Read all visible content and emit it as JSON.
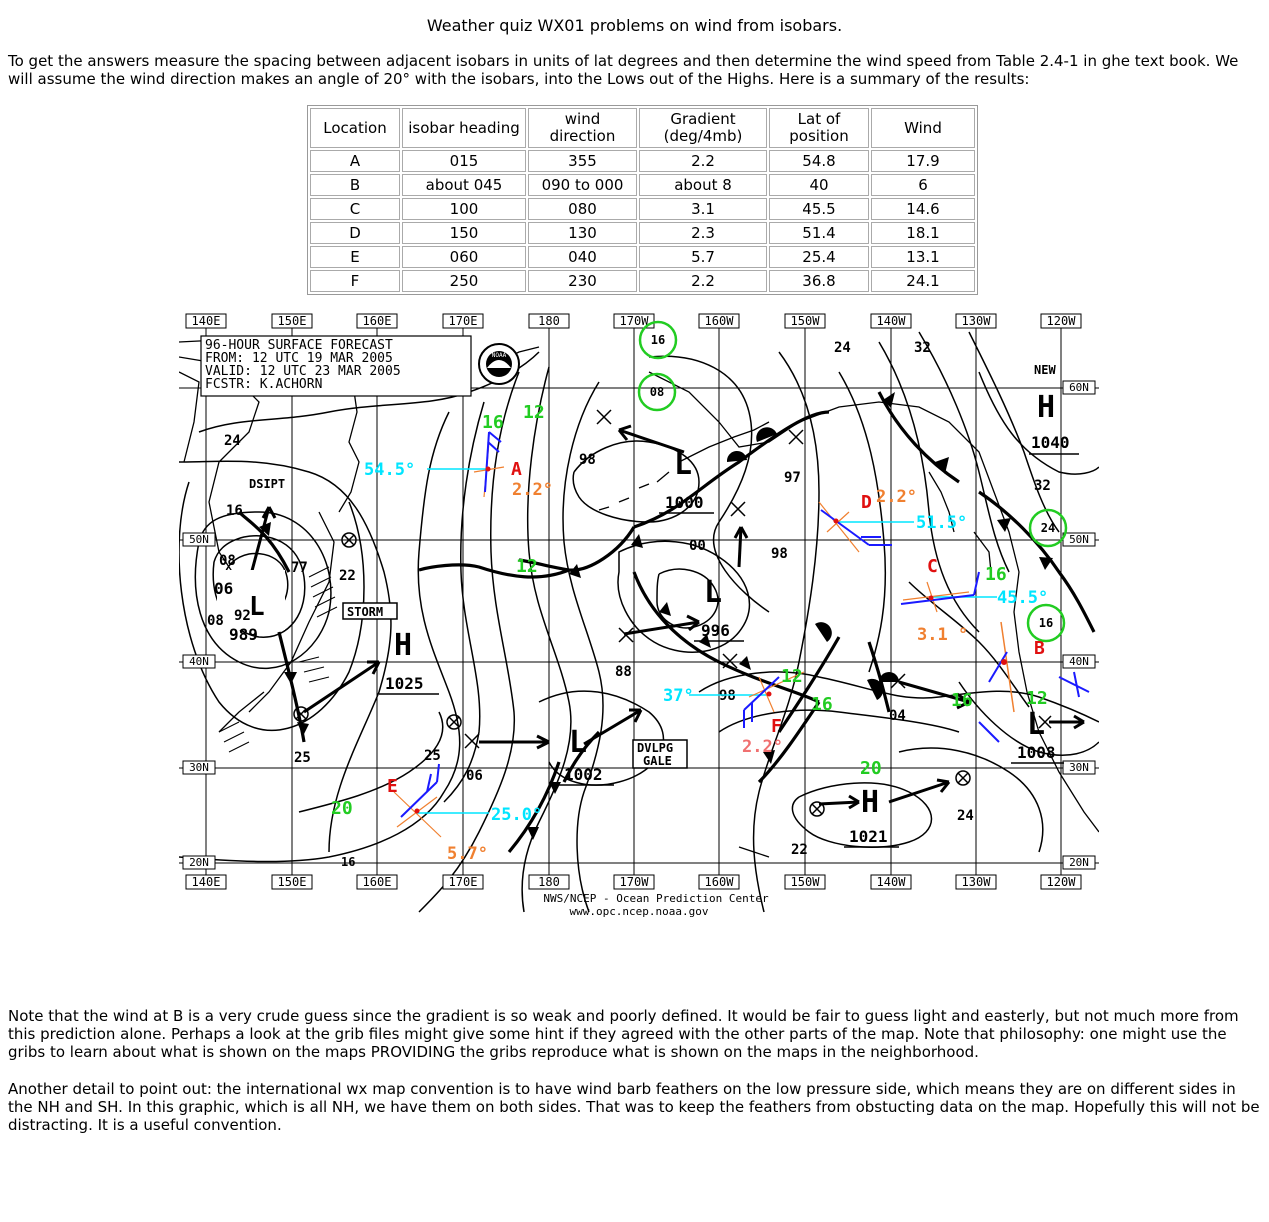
{
  "title": "Weather quiz WX01 problems on wind from isobars.",
  "intro": "To get the answers measure the spacing between adjacent isobars in units of lat degrees and then determine the wind speed from Table 2.4-1 in ghe text book. We will assume the wind direction makes an angle of 20° with the isobars, into the Lows out of the Highs. Here is a summary of the results:",
  "table": {
    "headers": [
      "Location",
      "isobar heading",
      "wind direction",
      "Gradient (deg/4mb)",
      "Lat of position",
      "Wind"
    ],
    "rows": [
      [
        "A",
        "015",
        "355",
        "2.2",
        "54.8",
        "17.9"
      ],
      [
        "B",
        "about 045",
        "090 to 000",
        "about 8",
        "40",
        "6"
      ],
      [
        "C",
        "100",
        "080",
        "3.1",
        "45.5",
        "14.6"
      ],
      [
        "D",
        "150",
        "130",
        "2.3",
        "51.4",
        "18.1"
      ],
      [
        "E",
        "060",
        "040",
        "5.7",
        "25.4",
        "13.1"
      ],
      [
        "F",
        "250",
        "230",
        "2.2",
        "36.8",
        "24.1"
      ]
    ]
  },
  "map": {
    "top_lon": [
      "140E",
      "150E",
      "160E",
      "170E",
      "180",
      "170W",
      "160W",
      "150W",
      "140W",
      "130W",
      "120W"
    ],
    "bottom_lon": [
      "140E",
      "150E",
      "160E",
      "170E",
      "180",
      "170W",
      "160W",
      "150W",
      "140W",
      "130W",
      "120W"
    ],
    "lat_left": [
      "60N",
      "50N",
      "40N",
      "30N",
      "20N"
    ],
    "lat_right": [
      "60N",
      "50N",
      "40N",
      "30N",
      "20N"
    ],
    "header": [
      "96-HOUR SURFACE FORECAST",
      "FROM:   12 UTC 19 MAR 2005",
      "VALID:  12 UTC 23 MAR 2005",
      "FCSTR: K.ACHORN"
    ],
    "credit1": "NWS/NCEP - Ocean Prediction Center",
    "credit2": "www.opc.ncep.noaa.gov",
    "noaa": "NOAA",
    "highs": [
      {
        "label": "H",
        "value": "1040"
      },
      {
        "label": "H",
        "value": "1025"
      },
      {
        "label": "H",
        "value": "1021"
      }
    ],
    "lows": [
      {
        "label": "L",
        "value": "1000"
      },
      {
        "label": "L",
        "value": "996"
      },
      {
        "label": "L",
        "value": "1002"
      },
      {
        "label": "L",
        "value": "1008"
      },
      {
        "label": "L",
        "value": "989"
      }
    ],
    "new_label": "NEW",
    "dsipt": "DSIPT",
    "storm": "STORM",
    "gale": [
      "DVLPG",
      "GALE"
    ],
    "isobar_labels": [
      "24",
      "32",
      "24",
      "32",
      "16",
      "08",
      "06",
      "92",
      "08",
      "77",
      "22",
      "98",
      "97",
      "00",
      "98",
      "88",
      "98",
      "04",
      "25",
      "25",
      "06",
      "22",
      "24",
      "16"
    ],
    "circled": [
      "16",
      "08",
      "24",
      "16"
    ],
    "points": [
      {
        "id": "A",
        "lat": "54.5°",
        "grad": "2.2°"
      },
      {
        "id": "B"
      },
      {
        "id": "C",
        "lat": "45.5°",
        "grad": "3.1 °"
      },
      {
        "id": "D",
        "lat": "51.5°",
        "grad": "2.2°"
      },
      {
        "id": "E",
        "lat": "25.0°",
        "grad": "5.7°"
      },
      {
        "id": "F",
        "lat": "37°",
        "grad": "2.2°"
      }
    ],
    "speeds": [
      "16",
      "12",
      "12",
      "20",
      "16",
      "12",
      "12",
      "16",
      "16",
      "12",
      "20"
    ],
    "colors": {
      "cyan": "#00e5ff",
      "orange": "#f08030",
      "red": "#e01010",
      "green": "#22cc22",
      "blue": "#1a1aff",
      "pink": "#f07070"
    }
  },
  "note1": "Note that the wind at B is a very crude guess since the gradient is so weak and poorly defined. It would be fair to guess light and easterly, but not much more from this prediction alone. Perhaps a look at the grib files might give some hint if they agreed with the other parts of the map. Note that philosophy: one might use the gribs to learn about what is shown on the maps PROVIDING the gribs reproduce what is shown on the maps in the neighborhood.",
  "note2": "Another detail to point out: the international wx map convention is to have wind barb feathers on the low pressure side, which means they are on different sides in the NH and SH. In this graphic, which is all NH, we have them on both sides. That was to keep the feathers from obstucting data on the map. Hopefully this will not be distracting. It is a useful convention."
}
